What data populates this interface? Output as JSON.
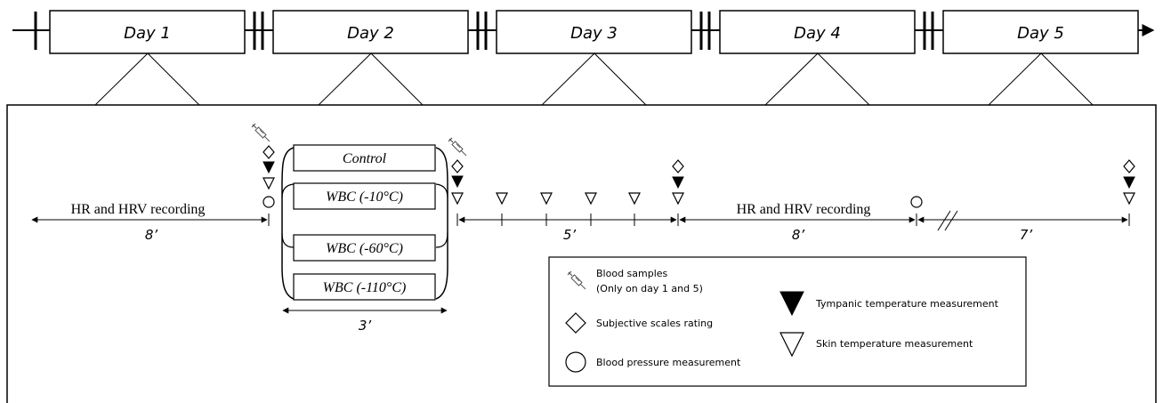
{
  "timeline": {
    "days": [
      "Day 1",
      "Day 2",
      "Day 3",
      "Day 4",
      "Day 5"
    ]
  },
  "protocol": {
    "hr_label_left": "HR and HRV recording",
    "hr_label_right": "HR and HRV recording",
    "duration_8_left": "8’",
    "duration_3": "3’",
    "duration_5": "5’",
    "duration_8_right": "8’",
    "duration_7": "7’",
    "conditions": [
      "Control",
      "WBC (-10°C)",
      "WBC (-60°C)",
      "WBC (-110°C)"
    ]
  },
  "legend": {
    "blood_samples": "Blood samples",
    "blood_samples_note": "(Only on day 1 and 5)",
    "subjective": "Subjective scales rating",
    "blood_pressure": "Blood pressure measurement",
    "tympanic": "Tympanic temperature measurement",
    "skin": "Skin temperature measurement"
  },
  "icons": {
    "syringe": "syringe-icon",
    "diamond": "diamond-icon",
    "filled_triangle": "filled-triangle-icon",
    "open_triangle": "open-triangle-icon",
    "circle": "circle-icon"
  }
}
